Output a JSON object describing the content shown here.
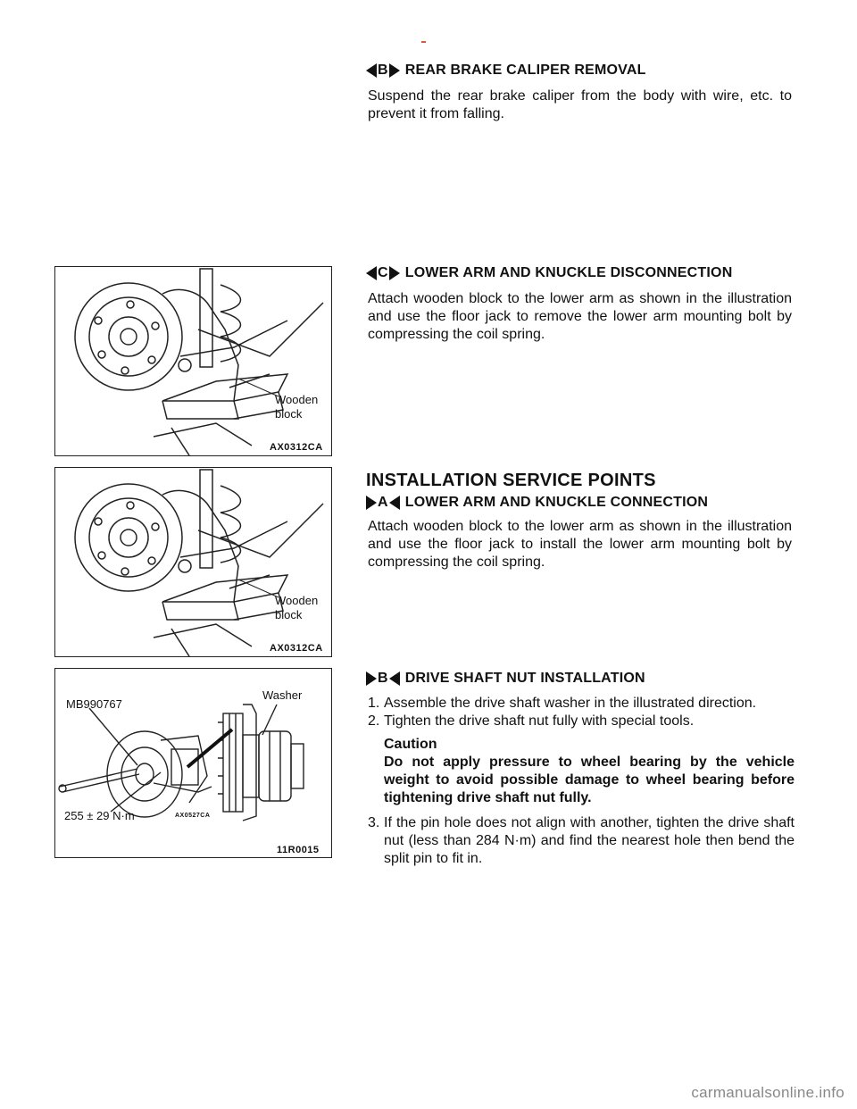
{
  "sections": {
    "b_removal": {
      "marker_left_letter": "B",
      "title": "REAR BRAKE CALIPER REMOVAL",
      "text": "Suspend the rear brake caliper from the body with wire, etc. to prevent it from falling."
    },
    "c_removal": {
      "marker_left_letter": "C",
      "title": "LOWER ARM AND KNUCKLE DISCONNECTION",
      "text": "Attach wooden block to the lower arm as shown in the illustration and use the floor jack to remove the lower arm mounting bolt by compressing the coil spring."
    },
    "installation": {
      "title": "INSTALLATION SERVICE POINTS"
    },
    "a_install": {
      "marker_letter": "A",
      "title": "LOWER ARM AND KNUCKLE CONNECTION",
      "text": "Attach wooden block to the lower arm as shown in the illustration and use the floor jack to install the lower arm mounting bolt by compressing the coil spring."
    },
    "b_install": {
      "marker_letter": "B",
      "title": "DRIVE SHAFT NUT INSTALLATION",
      "items": [
        {
          "num": "1.",
          "text": "Assemble the drive shaft washer in the illustrated direction."
        },
        {
          "num": "2.",
          "text": "Tighten the drive shaft nut fully with special tools."
        },
        {
          "num": "3.",
          "text": "If the pin hole does not align with another, tighten the drive shaft nut (less than 284 N·m) and find the nearest hole then bend the split pin to fit in."
        }
      ],
      "caution_title": "Caution",
      "caution_text": "Do not apply pressure to wheel bearing by the vehicle weight to avoid possible damage to wheel bearing before tightening drive shaft nut fully."
    }
  },
  "figures": {
    "fig1": {
      "label_line1": "Wooden",
      "label_line2": "block",
      "code": "AX0312CA"
    },
    "fig2": {
      "label_line1": "Wooden",
      "label_line2": "block",
      "code": "AX0312CA"
    },
    "fig3": {
      "tool_label": "MB990767",
      "washer_label": "Washer",
      "torque_label": "255 ± 29 N·m",
      "inner_code": "AX0527CA",
      "code": "11R0015"
    }
  },
  "watermark": "carmanualsonline.info"
}
